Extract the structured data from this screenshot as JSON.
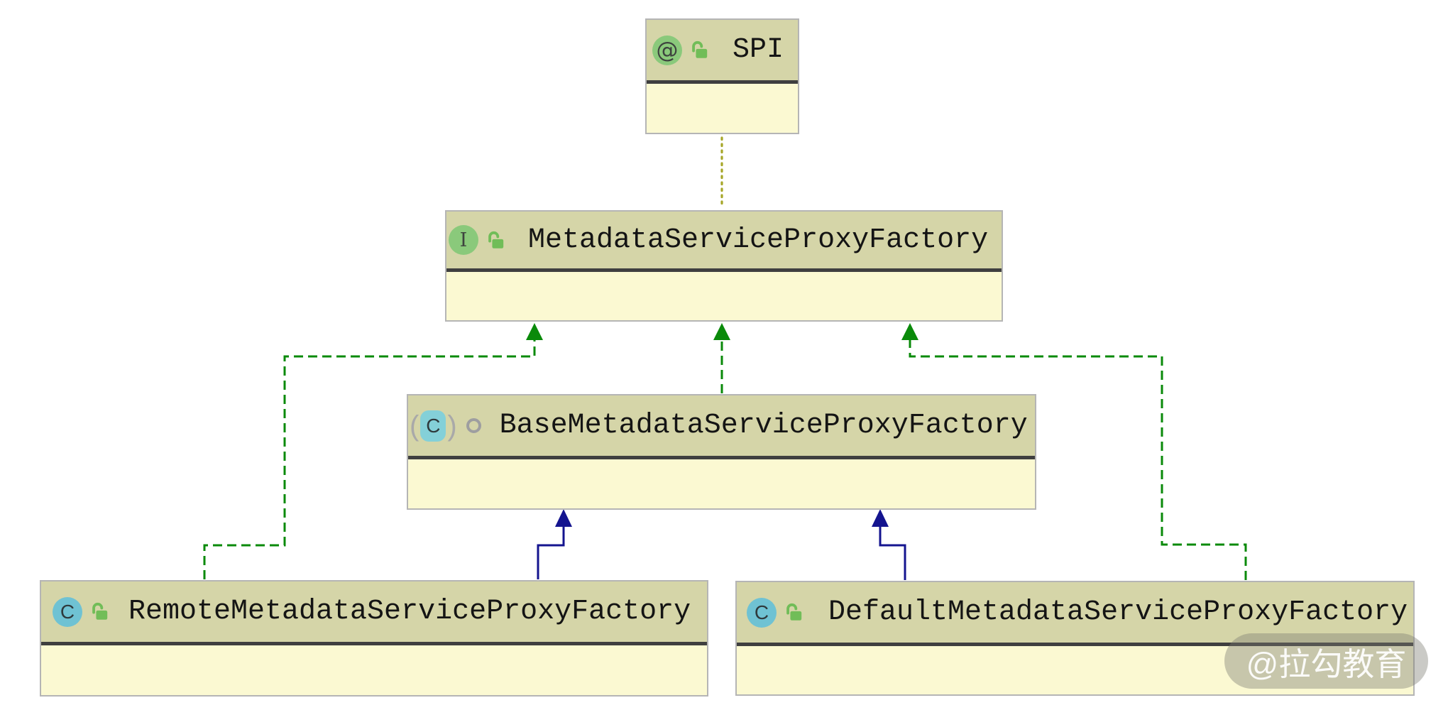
{
  "diagram_type": "uml-class-diagram",
  "nodes": [
    {
      "id": "spi",
      "kind": "annotation",
      "label": "SPI",
      "icon": "annotation-icon",
      "icon_glyph": "@",
      "visibility": "public",
      "visibility_icon": "unlocked-padlock-icon"
    },
    {
      "id": "metadata-service-proxy-factory",
      "kind": "interface",
      "label": "MetadataServiceProxyFactory",
      "icon": "interface-icon",
      "icon_glyph": "I",
      "visibility": "public",
      "visibility_icon": "unlocked-padlock-icon"
    },
    {
      "id": "base-metadata-service-proxy-factory",
      "kind": "abstract-class",
      "label": "BaseMetadataServiceProxyFactory",
      "icon": "abstract-class-icon",
      "icon_glyph": "C",
      "paren_left": "(",
      "paren_right": ")",
      "visibility": "package-local",
      "visibility_icon": "ring-icon"
    },
    {
      "id": "remote-metadata-service-proxy-factory",
      "kind": "class",
      "label": "RemoteMetadataServiceProxyFactory",
      "icon": "class-icon",
      "icon_glyph": "C",
      "visibility": "public",
      "visibility_icon": "unlocked-padlock-icon"
    },
    {
      "id": "default-metadata-service-proxy-factory",
      "kind": "class",
      "label": "DefaultMetadataServiceProxyFactory",
      "icon": "class-icon",
      "icon_glyph": "C",
      "visibility": "public",
      "visibility_icon": "unlocked-padlock-icon"
    }
  ],
  "edges": [
    {
      "from": "metadata-service-proxy-factory",
      "to": "spi",
      "type": "annotated-by",
      "style": "dotted",
      "color": "#a6a628"
    },
    {
      "from": "base-metadata-service-proxy-factory",
      "to": "metadata-service-proxy-factory",
      "type": "realization",
      "style": "dashed",
      "color": "#0a8a0a"
    },
    {
      "from": "remote-metadata-service-proxy-factory",
      "to": "metadata-service-proxy-factory",
      "type": "realization",
      "style": "dashed",
      "color": "#0a8a0a"
    },
    {
      "from": "default-metadata-service-proxy-factory",
      "to": "metadata-service-proxy-factory",
      "type": "realization",
      "style": "dashed",
      "color": "#0a8a0a"
    },
    {
      "from": "remote-metadata-service-proxy-factory",
      "to": "base-metadata-service-proxy-factory",
      "type": "generalization",
      "style": "solid",
      "color": "#14148f"
    },
    {
      "from": "default-metadata-service-proxy-factory",
      "to": "base-metadata-service-proxy-factory",
      "type": "generalization",
      "style": "solid",
      "color": "#14148f"
    }
  ],
  "colors": {
    "node_header": "#d5d5a8",
    "node_body": "#fbf9d2",
    "node_border": "#b5b5b5",
    "header_divider": "#3f3f3f",
    "realization_green": "#0a8a0a",
    "generalization_blue": "#14148f",
    "annotation_dotted": "#a6a628",
    "icon_green": "#8ac97b",
    "icon_teal": "#6fc2d3",
    "lock_green": "#71bd58"
  },
  "watermark": {
    "text": "@拉勾教育"
  }
}
